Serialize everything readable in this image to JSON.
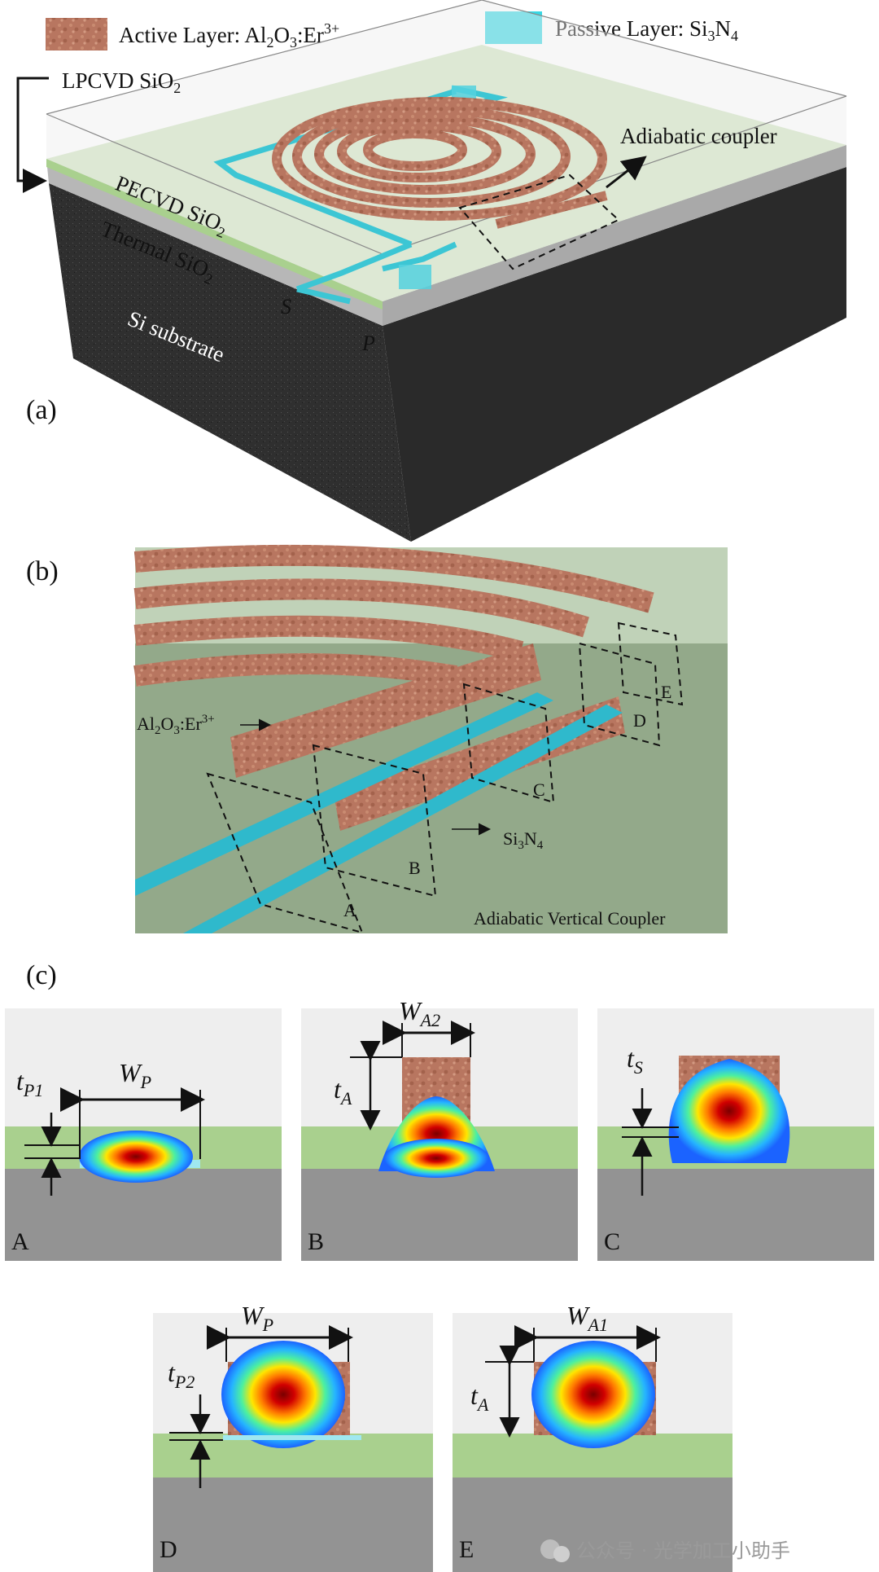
{
  "legend": {
    "active_label": "Active Layer: Al",
    "active_sub1": "2",
    "active_mid": "O",
    "active_sub2": "3",
    "active_tail": ":Er",
    "active_sup": "3+",
    "passive_label": "Passive Layer: Si",
    "passive_sub1": "3",
    "passive_mid": "N",
    "passive_sub2": "4"
  },
  "panel_a": {
    "tag": "(a)",
    "lpcvd": "LPCVD SiO",
    "lpcvd_sub": "2",
    "pecvd": "PECVD SiO",
    "pecvd_sub": "2",
    "thermal": "Thermal SiO",
    "thermal_sub": "2",
    "substrate": "Si substrate",
    "coupler": "Adiabatic coupler",
    "port_s": "S",
    "port_p": "P"
  },
  "panel_b": {
    "tag": "(b)",
    "active": "Al",
    "active_sub1": "2",
    "active_mid": "O",
    "active_sub2": "3",
    "active_tail": ":Er",
    "active_sup": "3+",
    "passive": "Si",
    "passive_sub1": "3",
    "passive_mid": "N",
    "passive_sub2": "4",
    "caption": "Adiabatic Vertical Coupler",
    "sections": [
      "A",
      "B",
      "C",
      "D",
      "E"
    ]
  },
  "panel_c": {
    "tag": "(c)",
    "A": {
      "letter": "A",
      "dim1": "t",
      "dim1_sub": "P1",
      "dim2": "W",
      "dim2_sub": "P"
    },
    "B": {
      "letter": "B",
      "dim1": "W",
      "dim1_sub": "A2",
      "dim2": "t",
      "dim2_sub": "A"
    },
    "C": {
      "letter": "C",
      "dim1": "t",
      "dim1_sub": "S"
    },
    "D": {
      "letter": "D",
      "dim1": "W",
      "dim1_sub": "P",
      "dim2": "t",
      "dim2_sub": "P2"
    },
    "E": {
      "letter": "E",
      "dim1": "W",
      "dim1_sub": "A1",
      "dim2": "t",
      "dim2_sub": "A"
    }
  },
  "watermark": "公众号 · 光学加工小助手",
  "colors": {
    "active": "#b8735a",
    "passive": "#39c9d8",
    "oxide_green": "#a9d08e",
    "silicon": "#8c8c8c",
    "substrate": "#2e2e2e"
  }
}
